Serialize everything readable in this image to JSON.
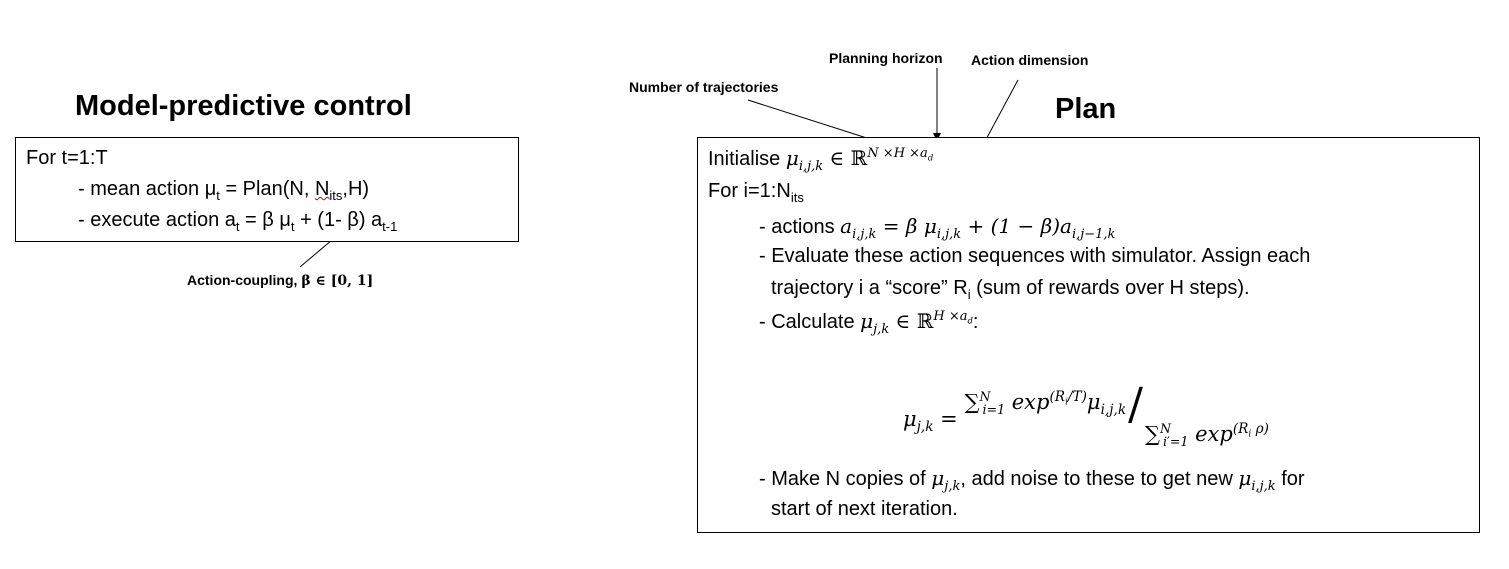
{
  "left": {
    "title": "Model-predictive control",
    "line1": "For t=1:T",
    "line2_prefix": "- mean action μ",
    "line2_sub1": "t",
    "line2_mid": " = Plan(N, ",
    "line2_N": "N",
    "line2_sub2": "its",
    "line2_end": ",H)",
    "line3_prefix": "- execute action a",
    "line3_sub1": "t",
    "line3_mid": " = β μ",
    "line3_sub2": "t",
    "line3_mid2": " + (1- β) a",
    "line3_sub3": "t-1",
    "annotation_text": "Action-coupling, ",
    "annotation_math": "β ∈ [0, 1]"
  },
  "right": {
    "title": "Plan",
    "ann_trajectories": "Number of trajectories",
    "ann_horizon": "Planning horizon",
    "ann_action_dim": "Action dimension",
    "init_text": "Initialise ",
    "init_math": "μ",
    "init_sub": "i,j,k",
    "init_in": " ∈ ℝ",
    "init_sup": "N ×H ×a",
    "init_sup_sub": "d",
    "for_text": "For i=1:N",
    "for_sub": "its",
    "actions_text": "- actions ",
    "actions_a": "a",
    "actions_a_sub": "i,j,k",
    "actions_eq": " = β μ",
    "actions_mu_sub": "i,j,k",
    "actions_rest": " + (1 − β)a",
    "actions_rest_sub": "i,j−1,k",
    "eval_line1": "- Evaluate these action sequences with simulator. Assign each",
    "eval_line2_a": "trajectory i a “score” R",
    "eval_line2_sub": "i",
    "eval_line2_b": " (sum of rewards over H steps).",
    "calc_text": "- Calculate ",
    "calc_mu": "μ",
    "calc_sub": "j,k",
    "calc_in": " ∈ ℝ",
    "calc_sup": "H ×a",
    "calc_sup_sub": "d",
    "calc_colon": ":",
    "formula_lhs": "μ",
    "formula_lhs_sub": "j,k",
    "formula_eq": " = ",
    "formula_num_sum": "∑",
    "formula_num_sum_sub": "i=1",
    "formula_num_sum_sup": "N",
    "formula_num_exp": " exp",
    "formula_num_exp_sup": "(R",
    "formula_num_exp_sup_sub": "i",
    "formula_num_exp_sup_end": "/T)",
    "formula_num_mu": "μ",
    "formula_num_mu_sub": "i,j,k",
    "formula_den_sum": "∑",
    "formula_den_sum_sub": "i′=1",
    "formula_den_sum_sup": "N",
    "formula_den_exp": " exp",
    "formula_den_exp_sup": "(R",
    "formula_den_exp_sup_sub": "i",
    "formula_den_exp_sup_end": " ρ)",
    "make_line1_a": "- Make N copies of ",
    "make_line1_mu": "μ",
    "make_line1_mu_sub": "j,k",
    "make_line1_b": ", add noise to these to get new ",
    "make_line1_mu2": "μ",
    "make_line1_mu2_sub": "i,j,k",
    "make_line1_c": " for",
    "make_line2": "start of next iteration."
  }
}
